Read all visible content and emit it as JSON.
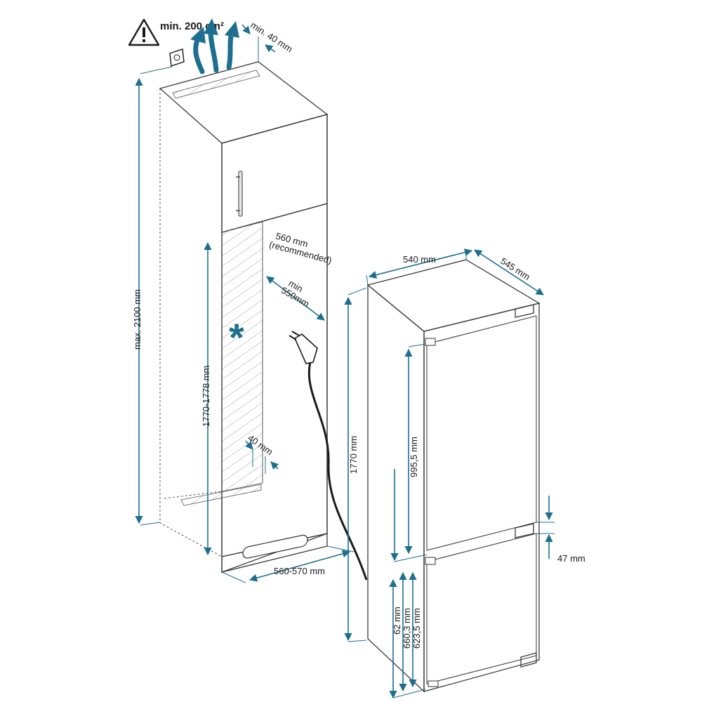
{
  "labels": {
    "vent_area": "min. 200 cm²",
    "top_gap": "min. 40 mm",
    "niche_height": "max. 2100 mm",
    "niche_inner_height": "1770-1778 mm",
    "recommended_depth": "560 mm\n(recommended)",
    "min_depth": "min\n550mm",
    "rear_gap": "40 mm",
    "niche_width": "560-570 mm",
    "width": "540 mm",
    "depth": "545 mm",
    "appliance_height": "1770 mm",
    "upper_door": "995,5 mm",
    "door_gap": "47 mm",
    "lower_a": "62 mm",
    "lower_b": "660,3 mm",
    "lower_c": "623,5 mm"
  },
  "icons": {
    "warning": "warning-triangle-icon",
    "airflow": "airflow-arrows-icon",
    "socket": "power-socket-icon",
    "plug": "power-plug-icon",
    "asterisk": "asterisk-icon"
  },
  "colors": {
    "dimension": "#1d6f8f",
    "panel_gray": "#b3b3b3",
    "niche_gray": "#d2d2d2"
  }
}
